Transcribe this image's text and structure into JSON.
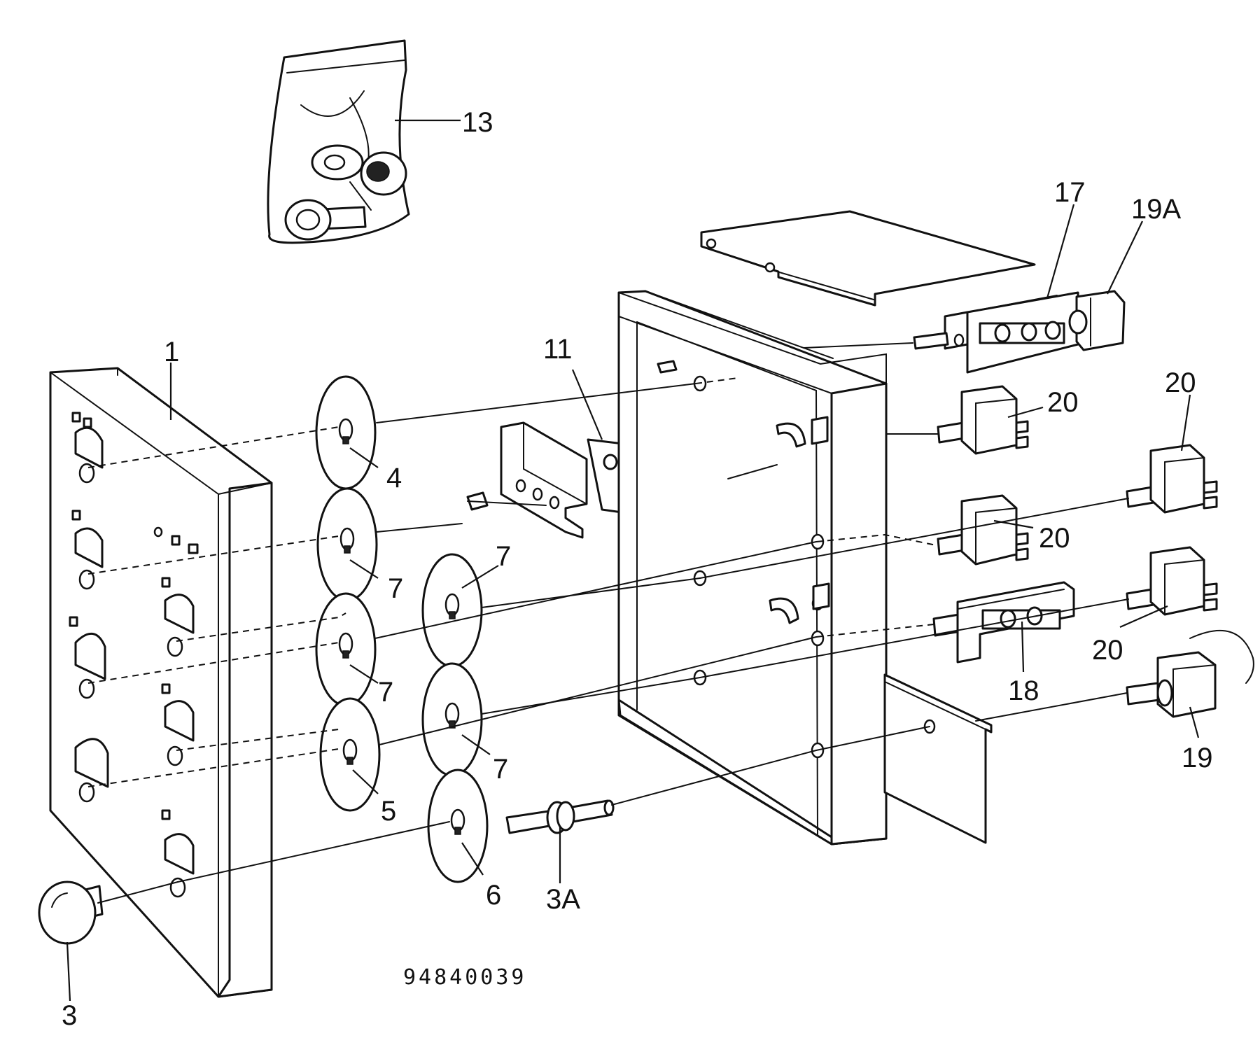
{
  "diagram": {
    "drawing_number": "94840039",
    "callouts": [
      {
        "id": "c1",
        "label": "1"
      },
      {
        "id": "c3",
        "label": "3"
      },
      {
        "id": "c3a",
        "label": "3A"
      },
      {
        "id": "c4",
        "label": "4"
      },
      {
        "id": "c5",
        "label": "5"
      },
      {
        "id": "c6",
        "label": "6"
      },
      {
        "id": "c7a",
        "label": "7"
      },
      {
        "id": "c7b",
        "label": "7"
      },
      {
        "id": "c7c",
        "label": "7"
      },
      {
        "id": "c7d",
        "label": "7"
      },
      {
        "id": "c11",
        "label": "11"
      },
      {
        "id": "c13",
        "label": "13"
      },
      {
        "id": "c17",
        "label": "17"
      },
      {
        "id": "c18",
        "label": "18"
      },
      {
        "id": "c19",
        "label": "19"
      },
      {
        "id": "c19a",
        "label": "19A"
      },
      {
        "id": "c20a",
        "label": "20"
      },
      {
        "id": "c20b",
        "label": "20"
      },
      {
        "id": "c20c",
        "label": "20"
      },
      {
        "id": "c20d",
        "label": "20"
      }
    ]
  }
}
